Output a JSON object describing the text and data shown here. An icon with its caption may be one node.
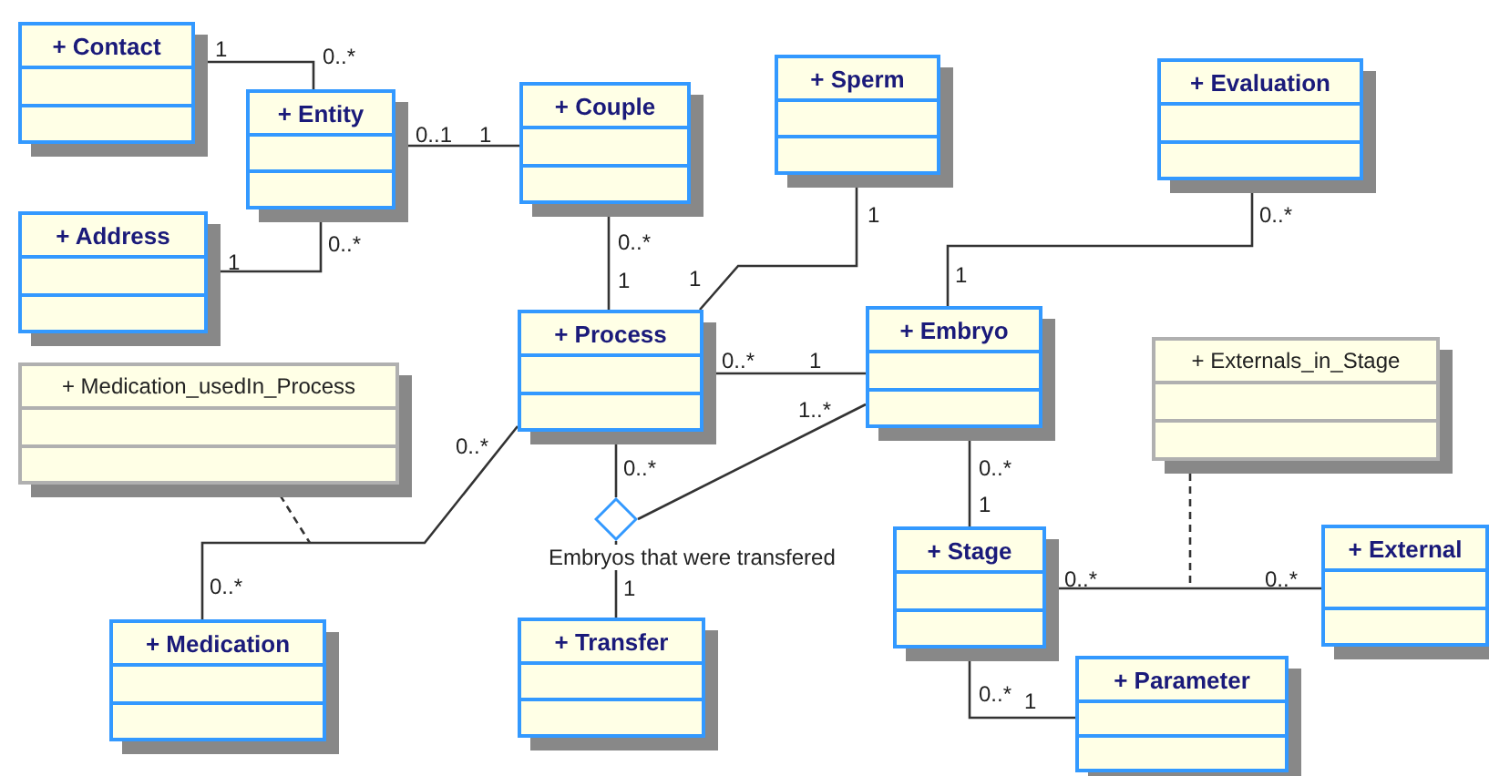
{
  "diagram": {
    "nodes": [
      {
        "text": [
          "+ Contact"
        ]
      },
      {
        "text": [
          "+ Entity"
        ]
      },
      {
        "text": [
          "+ Couple"
        ]
      },
      {
        "text": [
          "+ Sperm"
        ]
      },
      {
        "text": [
          "+ Evaluation"
        ]
      },
      {
        "text": [
          "+ Address"
        ]
      },
      {
        "text": [
          "+ Medication_usedIn_Process"
        ]
      },
      {
        "text": [
          "+ Process"
        ]
      },
      {
        "text": [
          "+ Embryo"
        ]
      },
      {
        "text": [
          "+ Externals_in_Stage"
        ]
      },
      {
        "text": [],
        "shape": "diamond",
        "beside": [
          "Embryos that were transfered"
        ]
      },
      {
        "text": [
          "+ Stage"
        ]
      },
      {
        "text": [
          "+ External"
        ]
      },
      {
        "text": [
          "+ Medication"
        ]
      },
      {
        "text": [
          "+ Transfer"
        ]
      },
      {
        "text": [
          "+ Parameter"
        ]
      }
    ],
    "edges": [
      {
        "from": 0,
        "to": 1,
        "arrow": "none"
      },
      {
        "from": 1,
        "to": 2,
        "arrow": "none"
      },
      {
        "from": 5,
        "to": 1,
        "arrow": "none"
      },
      {
        "from": 2,
        "to": 7,
        "arrow": "none"
      },
      {
        "from": 3,
        "to": 7,
        "arrow": "none"
      },
      {
        "from": 4,
        "to": 8,
        "arrow": "none"
      },
      {
        "from": 7,
        "to": 8,
        "arrow": "none"
      },
      {
        "from": 7,
        "to": 10,
        "arrow": "none"
      },
      {
        "from": 8,
        "to": 10,
        "arrow": "none"
      },
      {
        "from": 10,
        "to": 14,
        "arrow": "none"
      },
      {
        "from": 7,
        "to": 13,
        "arrow": "none"
      },
      {
        "from": 6,
        "to": null,
        "arrow": "none",
        "style": "dashed"
      },
      {
        "from": 8,
        "to": 11,
        "arrow": "none"
      },
      {
        "from": 11,
        "to": 12,
        "arrow": "none"
      },
      {
        "from": 9,
        "to": null,
        "arrow": "none",
        "style": "dashed"
      },
      {
        "from": 11,
        "to": 15,
        "arrow": "none"
      }
    ],
    "labels": [
      "1",
      "0..*",
      "0..1",
      "1",
      "1",
      "0..*",
      "0..*",
      "1",
      "1",
      "1",
      "0..*",
      "1",
      "0..*",
      "1",
      "0..*",
      "0..*",
      "1..*",
      "0..*",
      "1",
      "0..*",
      "1",
      "0..*",
      "0..*",
      "0..*",
      "1"
    ]
  }
}
